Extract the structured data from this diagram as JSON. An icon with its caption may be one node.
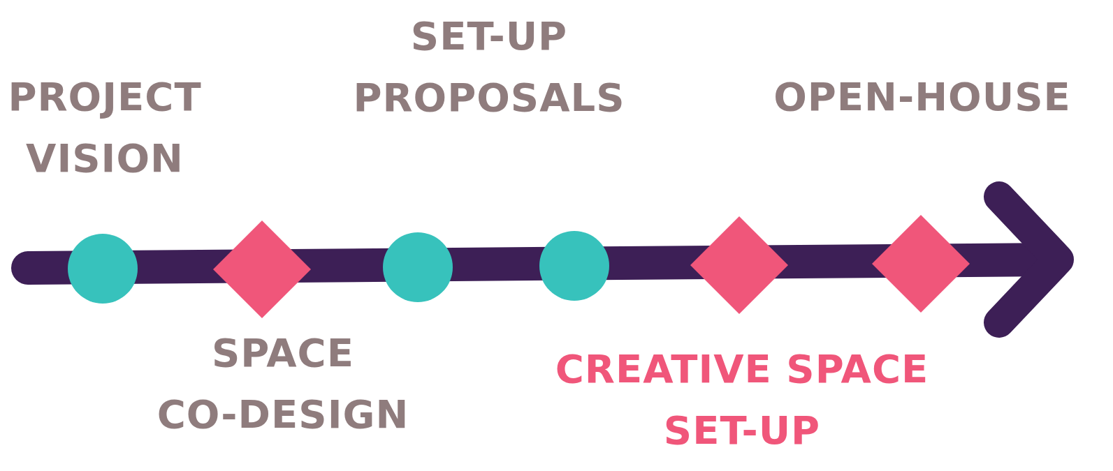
{
  "diagram": {
    "nodes": [
      {
        "text": [],
        "shape": "circle",
        "beside": [
          "PROJECT VISION"
        ]
      },
      {
        "text": [],
        "shape": "diamond",
        "beside": [
          "SPACE CO-DESIGN"
        ]
      },
      {
        "text": [],
        "shape": "circle"
      },
      {
        "text": [],
        "shape": "circle"
      },
      {
        "text": [],
        "shape": "diamond",
        "beside": [
          "CREATIVE SPACE SET-UP"
        ]
      },
      {
        "text": [],
        "shape": "diamond",
        "beside": [
          "OPEN-HOUSE"
        ]
      }
    ],
    "labels": [
      "SET-UP PROPOSALS"
    ]
  }
}
